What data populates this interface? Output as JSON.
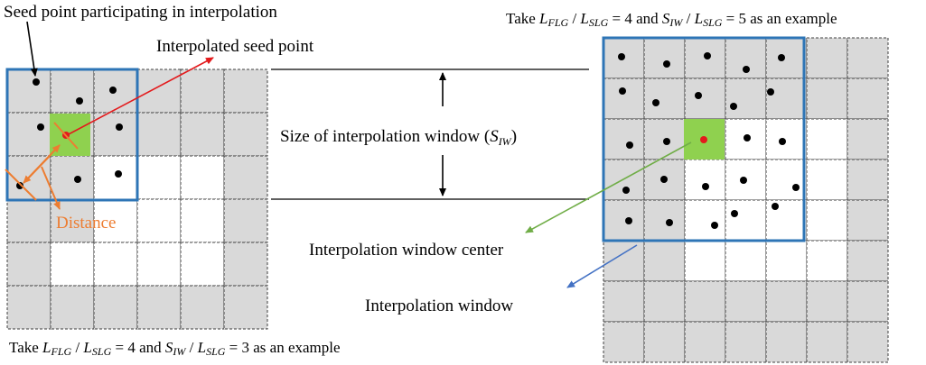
{
  "labels": {
    "seed_participating": "Seed point participating in interpolation",
    "interpolated_seed": "Interpolated seed point",
    "distance": "Distance",
    "size_window_prefix": "Size of interpolation window (",
    "size_window_S": "S",
    "size_window_sub": "IW",
    "size_window_suffix": ")",
    "window_center": "Interpolation window center",
    "window": "Interpolation window"
  },
  "captions": {
    "left": {
      "take": "Take ",
      "L": "L",
      "FLG": "FLG",
      "slash": " / ",
      "SLG": "SLG",
      "eq1": " = 4 and ",
      "S": "S",
      "IW": "IW",
      "eq2": " = 3 as an example"
    },
    "right": {
      "take": "Take ",
      "L": "L",
      "FLG": "FLG",
      "slash": " / ",
      "SLG": "SLG",
      "eq1": " = 4 and ",
      "S": "S",
      "IW": "IW",
      "eq2": " = 5 as an example"
    }
  },
  "colors": {
    "grid_fill": "#d9d9d9",
    "grid_line": "#404040",
    "window_border": "#2e75b6",
    "center_cell": "#8fd14f",
    "red": "#e31a1c",
    "orange": "#ed7d31",
    "green_arrow": "#70ad47",
    "blue_arrow": "#4472c4"
  },
  "left_grid": {
    "rows": 6,
    "cols": 6,
    "white_cells": [
      [
        2,
        2
      ],
      [
        2,
        3
      ],
      [
        2,
        4
      ],
      [
        3,
        2
      ],
      [
        3,
        3
      ],
      [
        3,
        4
      ],
      [
        4,
        1
      ],
      [
        4,
        2
      ],
      [
        4,
        3
      ],
      [
        4,
        4
      ]
    ]
  },
  "right_grid": {
    "rows": 8,
    "cols": 7,
    "white_cells": [
      [
        2,
        2
      ],
      [
        2,
        3
      ],
      [
        2,
        4
      ],
      [
        2,
        5
      ],
      [
        3,
        2
      ],
      [
        3,
        3
      ],
      [
        3,
        4
      ],
      [
        3,
        5
      ],
      [
        4,
        2
      ],
      [
        4,
        3
      ],
      [
        4,
        4
      ],
      [
        4,
        5
      ],
      [
        5,
        2
      ],
      [
        5,
        3
      ],
      [
        5,
        4
      ],
      [
        5,
        5
      ]
    ]
  }
}
